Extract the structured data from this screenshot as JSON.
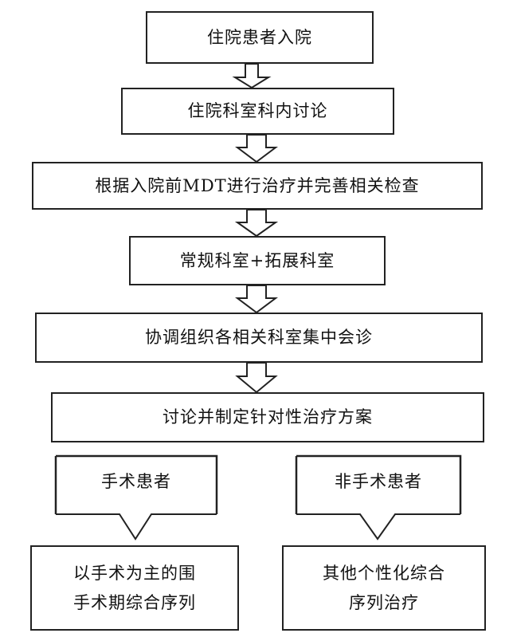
{
  "steps": {
    "admission": "住院患者入院",
    "dept_discussion": "住院科室科内讨论",
    "treatment_check": "根据入院前MDT进行治疗并完善相关检查",
    "departments": "常规科室+拓展科室",
    "consultation": "协调组织各相关科室集中会诊",
    "plan": "讨论并制定针对性治疗方案"
  },
  "branches": {
    "surgical": {
      "label": "手术患者",
      "result_line1": "以手术为主的围",
      "result_line2": "手术期综合序列"
    },
    "non_surgical": {
      "label": "非手术患者",
      "result_line1": "其他个性化综合",
      "result_line2": "序列治疗"
    }
  }
}
